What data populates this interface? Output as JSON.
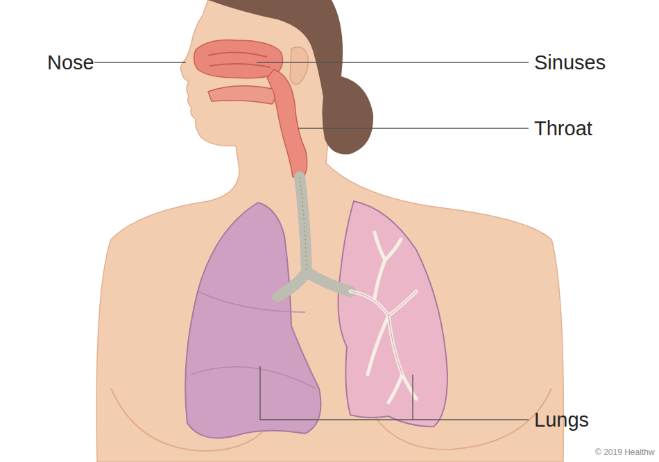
{
  "diagram": {
    "labels": [
      "Nose",
      "Sinuses",
      "Throat",
      "Lungs",
      "© 2019 Healthw"
    ]
  }
}
